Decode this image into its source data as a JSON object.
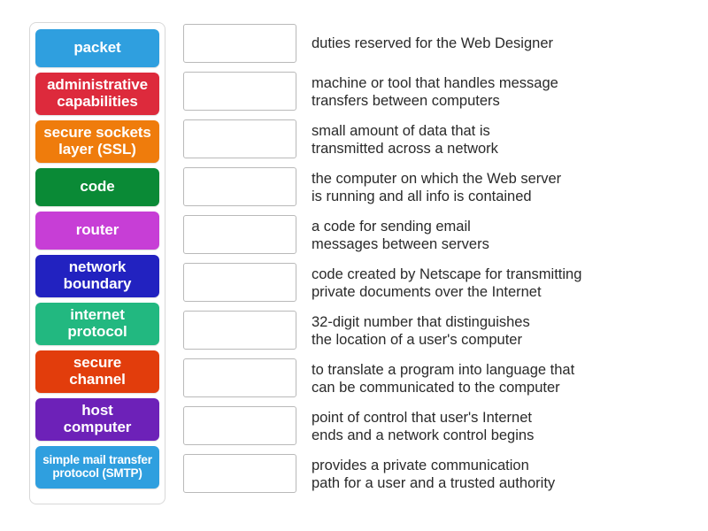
{
  "activity": {
    "type": "match-up-drag-and-drop",
    "tile_panel_label": "draggable term tiles",
    "drop_zone_placeholder": ""
  },
  "tiles": [
    {
      "label": "packet",
      "color": "#2f9fdf",
      "text_color": "#ffffff",
      "lines": 1
    },
    {
      "label": "administrative\ncapabilities",
      "color": "#dd2a3c",
      "text_color": "#ffffff",
      "lines": 2
    },
    {
      "label": "secure sockets\nlayer (SSL)",
      "color": "#ef7c0c",
      "text_color": "#ffffff",
      "lines": 2
    },
    {
      "label": "code",
      "color": "#0a8a36",
      "text_color": "#ffffff",
      "lines": 1
    },
    {
      "label": "router",
      "color": "#c73ed6",
      "text_color": "#ffffff",
      "lines": 1
    },
    {
      "label": "network\nboundary",
      "color": "#2222c0",
      "text_color": "#ffffff",
      "lines": 2
    },
    {
      "label": "internet\nprotocol",
      "color": "#22b880",
      "text_color": "#ffffff",
      "lines": 2
    },
    {
      "label": "secure\nchannel",
      "color": "#e23d0c",
      "text_color": "#ffffff",
      "lines": 2
    },
    {
      "label": "host\ncomputer",
      "color": "#6d21b8",
      "text_color": "#ffffff",
      "lines": 2
    },
    {
      "label": "simple mail transfer\nprotocol (SMTP)",
      "color": "#2f9fdf",
      "text_color": "#ffffff",
      "lines": 2,
      "small": true
    }
  ],
  "rows": [
    {
      "answer": "",
      "definition": "duties reserved for the Web Designer",
      "lines": 1
    },
    {
      "answer": "",
      "definition": "machine or tool that handles message\ntransfers between computers",
      "lines": 2
    },
    {
      "answer": "",
      "definition": "small amount of data that is\ntransmitted across a network",
      "lines": 2
    },
    {
      "answer": "",
      "definition": "the computer on which the Web server\nis running and all info is contained",
      "lines": 2
    },
    {
      "answer": "",
      "definition": "a code for sending email\nmessages between servers",
      "lines": 2
    },
    {
      "answer": "",
      "definition": "code created by Netscape for transmitting\nprivate documents over the Internet",
      "lines": 2
    },
    {
      "answer": "",
      "definition": "32-digit number that distinguishes\nthe location of a user's computer",
      "lines": 2
    },
    {
      "answer": "",
      "definition": "to translate a program into language that\ncan be communicated to the computer",
      "lines": 2
    },
    {
      "answer": "",
      "definition": "point of control that user's Internet\nends and a network control begins",
      "lines": 2
    },
    {
      "answer": "",
      "definition": "provides a private communication\npath for a user and a trusted authority",
      "lines": 2
    }
  ],
  "colors": {
    "page_background": "#ffffff",
    "panel_border": "#d8d8d8",
    "dropzone_border": "#b9b9b9",
    "definition_text": "#2a2a2a"
  }
}
